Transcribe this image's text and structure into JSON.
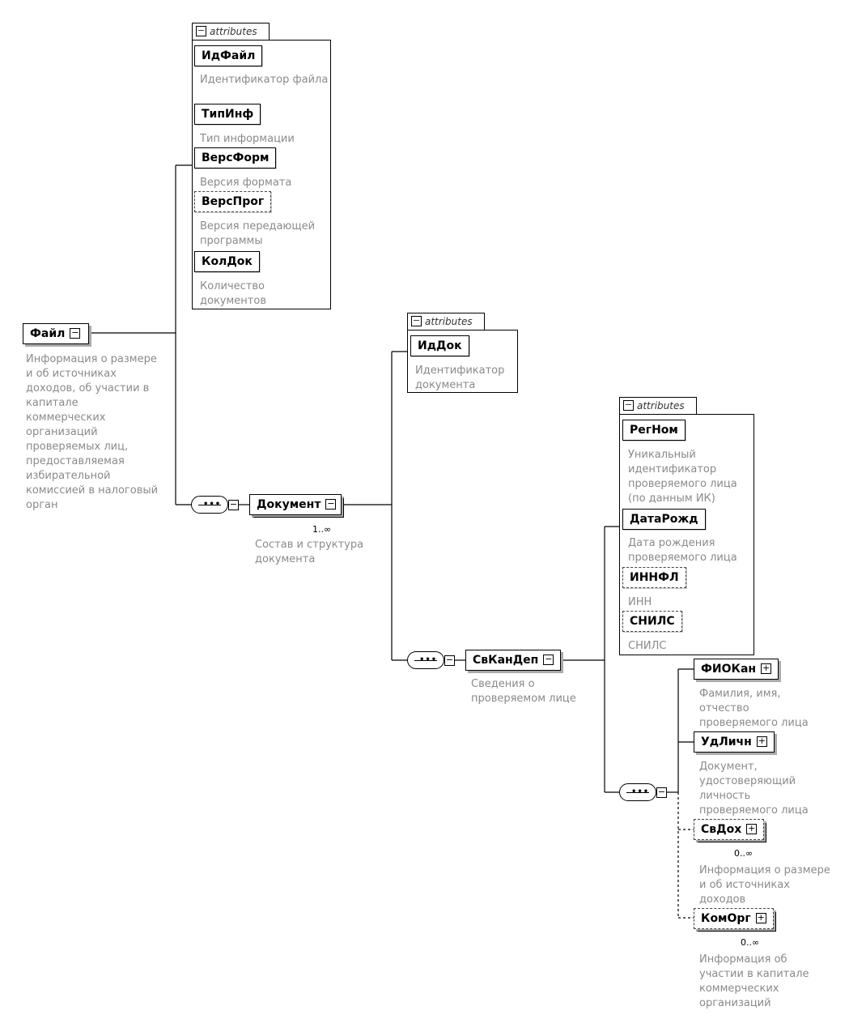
{
  "diagram": {
    "panel_label": "attributes",
    "collapse_symbol": "−",
    "expand_symbol": "+",
    "root": {
      "name": "Файл",
      "description": "Информация о размере и об источниках доходов, об участии в капитале коммерческих организаций проверяемых лиц, предоставляемая избирательной комиссией в налоговый орган"
    },
    "file_attributes": [
      {
        "name": "ИдФайл",
        "description": "Идентификатор файла",
        "optional": false
      },
      {
        "name": "ТипИнф",
        "description": "Тип информации",
        "optional": false
      },
      {
        "name": "ВерсФорм",
        "description": "Версия формата",
        "optional": false
      },
      {
        "name": "ВерсПрог",
        "description": "Версия передающей программы",
        "optional": true
      },
      {
        "name": "КолДок",
        "description": "Количество документов",
        "optional": false
      }
    ],
    "document": {
      "name": "Документ",
      "cardinality": "1..∞",
      "description": "Состав и структура документа"
    },
    "document_attributes": [
      {
        "name": "ИдДок",
        "description": "Идентификатор документа",
        "optional": false
      }
    ],
    "candidate": {
      "name": "СвКанДеп",
      "description": "Сведения о проверяемом лице"
    },
    "candidate_attributes": [
      {
        "name": "РегНом",
        "description": "Уникальный идентификатор проверяемого лица (по данным ИК)",
        "optional": false
      },
      {
        "name": "ДатаРожд",
        "description": "Дата рождения проверяемого лица",
        "optional": false
      },
      {
        "name": "ИННФЛ",
        "description": "ИНН",
        "optional": true
      },
      {
        "name": "СНИЛС",
        "description": "СНИЛС",
        "optional": true
      }
    ],
    "candidate_children": [
      {
        "name": "ФИОКан",
        "description": "Фамилия, имя, отчество проверяемого лица",
        "optional": false,
        "cardinality": ""
      },
      {
        "name": "УдЛичн",
        "description": "Документ, удостоверяющий личность проверяемого лица",
        "optional": false,
        "cardinality": ""
      },
      {
        "name": "СвДох",
        "description": "Информация о размере и об источниках доходов",
        "optional": true,
        "cardinality": "0..∞"
      },
      {
        "name": "КомОрг",
        "description": "Информация об участии в капитале коммерческих организаций",
        "optional": true,
        "cardinality": "0..∞"
      }
    ]
  }
}
